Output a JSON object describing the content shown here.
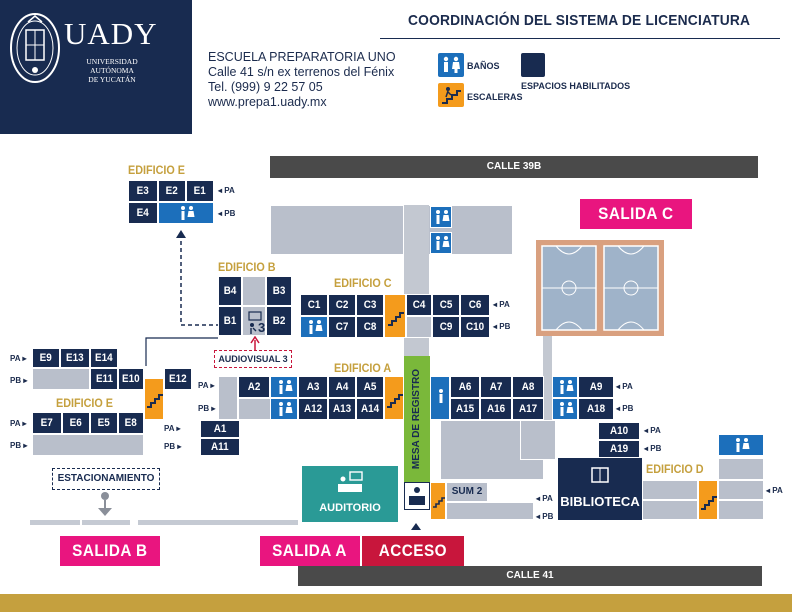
{
  "header": {
    "title": "COORDINACIÓN DEL SISTEMA DE LICENCIATURA",
    "logo_word": "UADY",
    "logo_sub": [
      "UNIVERSIDAD",
      "AUTÓNOMA",
      "DE YUCATÁN"
    ],
    "school_lines": [
      "ESCUELA PREPARATORIA UNO",
      "Calle 41 s/n ex terrenos del Fénix",
      "Tel. (999) 9 22 57 05",
      "www.prepa1.uady.mx"
    ]
  },
  "legend": {
    "banos": "BAÑOS",
    "escaleras": "ESCALERAS",
    "espacios": "ESPACIOS HABILITADOS"
  },
  "colors": {
    "navy": "#182b50",
    "gold": "#c5a03e",
    "blue": "#1c6fbb",
    "orange": "#f49b1c",
    "pink": "#e9157f",
    "crimson": "#c8163c",
    "green": "#7ab83a",
    "teal": "#2a9a96",
    "grey": "#b9bfcb"
  },
  "streets": {
    "top": "CALLE  39B",
    "bottom": "CALLE 41"
  },
  "exits": {
    "salida_c": "SALIDA C",
    "salida_b": "SALIDA B",
    "salida_a": "SALIDA A",
    "acceso": "ACCESO"
  },
  "buildings": {
    "edificio_e_top": "EDIFICIO E",
    "edificio_b": "EDIFICIO B",
    "edificio_c": "EDIFICIO C",
    "edificio_a": "EDIFICIO A",
    "edificio_e_left": "EDIFICIO E",
    "edificio_d": "EDIFICIO D"
  },
  "rooms": {
    "e3": "E3",
    "e2": "E2",
    "e1": "E1",
    "e4": "E4",
    "b4": "B4",
    "b3": "B3",
    "b1": "B1",
    "b2": "B2",
    "b_mid": "3",
    "c1": "C1",
    "c2": "C2",
    "c3": "C3",
    "c4": "C4",
    "c5": "C5",
    "c6": "C6",
    "c7": "C7",
    "c8": "C8",
    "c9": "C9",
    "c10": "C10",
    "e9": "E9",
    "e13": "E13",
    "e14": "E14",
    "e11": "E11",
    "e10": "E10",
    "e12": "E12",
    "e7": "E7",
    "e6": "E6",
    "e5": "E5",
    "e8": "E8",
    "a2": "A2",
    "a3": "A3",
    "a4": "A4",
    "a5": "A5",
    "a6": "A6",
    "a7": "A7",
    "a8": "A8",
    "a9": "A9",
    "a12": "A12",
    "a13": "A13",
    "a14": "A14",
    "a15": "A15",
    "a16": "A16",
    "a17": "A17",
    "a18": "A18",
    "a1": "A1",
    "a11": "A11",
    "a10": "A10",
    "a19": "A19"
  },
  "labels": {
    "audiovisual": "AUDIOVISUAL 3",
    "estacionamiento": "ESTACIONAMIENTO",
    "auditorio": "AUDITORIO",
    "mesa": "MESA DE REGISTRO",
    "sum2": "SUM 2",
    "biblioteca": "BIBLIOTECA",
    "pa": "PA",
    "pb": "PB"
  }
}
